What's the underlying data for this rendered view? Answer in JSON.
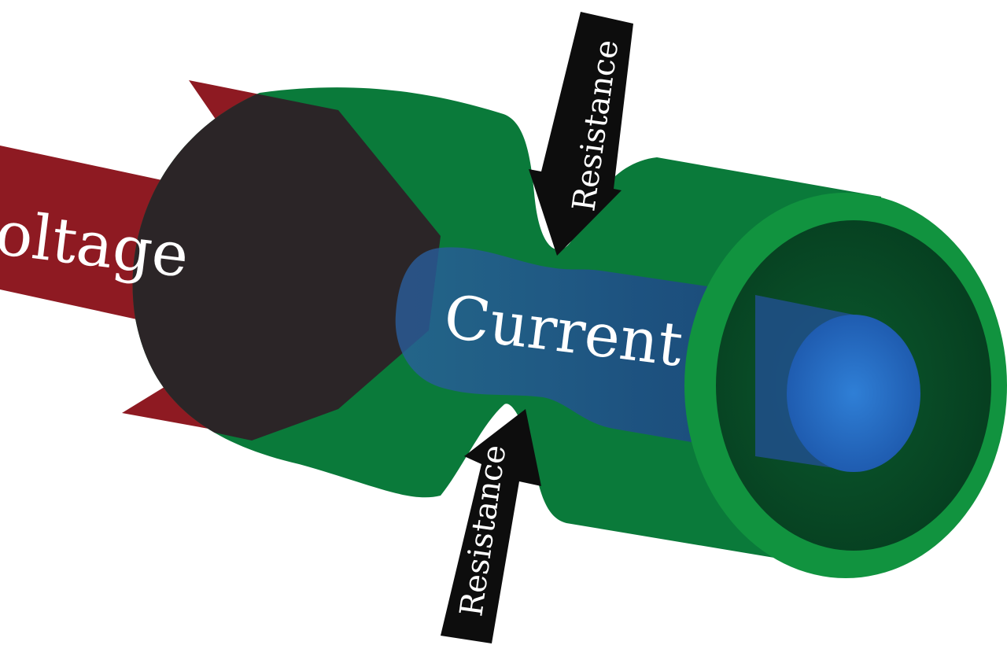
{
  "labels": {
    "voltage": "oltage",
    "current": "Current",
    "resistance_top": "Resistance",
    "resistance_bottom": "Resistance"
  },
  "colors": {
    "background": "#ffffff",
    "pipe_outer": "#0a7a3a",
    "pipe_rim": "#11933f",
    "pipe_inner": "#08522a",
    "current": "#1d4f8f",
    "current_core": "#2a73c8",
    "voltage": "#8e1a22",
    "voltage_overlap": "#2b2527",
    "resistance_arrow": "#0d0d0d",
    "text": "#ffffff"
  }
}
